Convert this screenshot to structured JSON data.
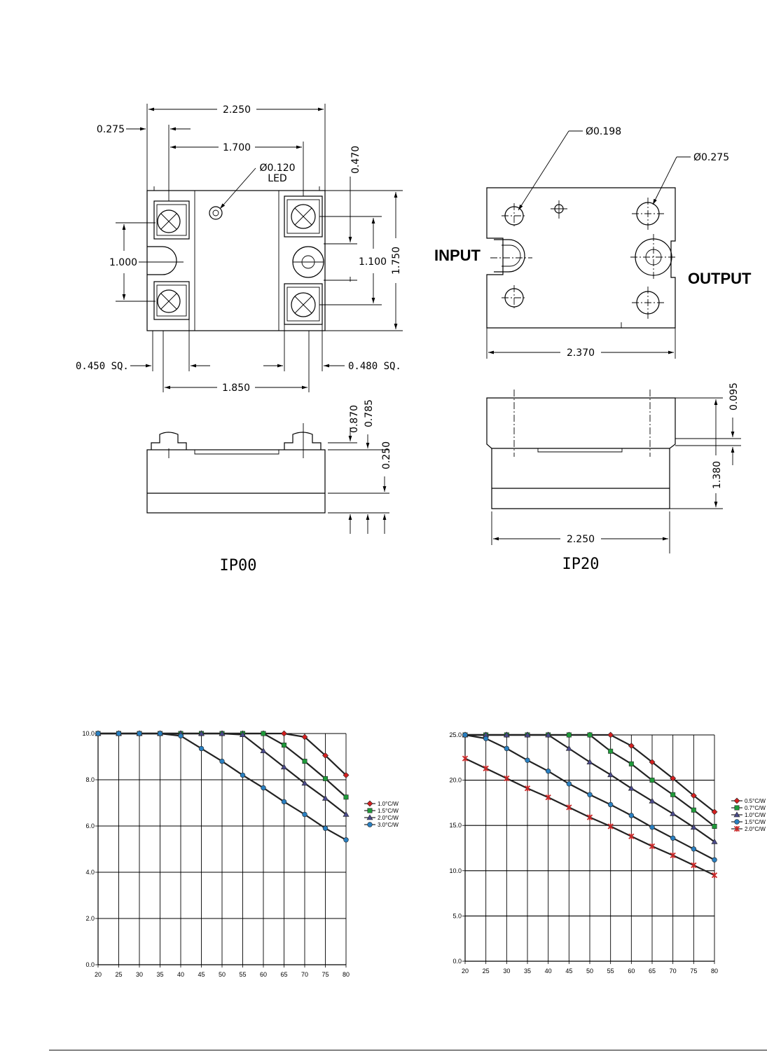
{
  "drawing_ip00": {
    "dims": {
      "overall_width": "2.250",
      "left_offset": "0.275",
      "terminal_spacing": "1.700",
      "led_hole": "Ø0.120",
      "led": "LED",
      "top_offset": "0.470",
      "height": "1.750",
      "inner_spacing": "1.100",
      "left_spacing": "1.000",
      "left_sq": "0.450 SQ.",
      "right_sq": "0.480 SQ.",
      "bottom_spacing": "1.850",
      "h1": "0.870",
      "h2": "0.785",
      "h3": "0.250"
    },
    "caption": "IP00"
  },
  "drawing_ip20": {
    "dims": {
      "hole_small": "Ø0.198",
      "hole_large": "Ø0.275",
      "width_top": "2.370",
      "side_top": "0.095",
      "side_height": "1.380",
      "width_bottom": "2.250"
    },
    "labels": {
      "input": "INPUT",
      "output": "OUTPUT"
    },
    "caption": "IP20"
  },
  "chart_data": [
    {
      "type": "line",
      "x": [
        20,
        25,
        30,
        35,
        40,
        45,
        50,
        55,
        60,
        65,
        70,
        75,
        80
      ],
      "ylim": [
        0,
        10
      ],
      "xlim": [
        20,
        80
      ],
      "yticks": [
        "0.0",
        "2.0",
        "4.0",
        "6.0",
        "8.0",
        "10.0"
      ],
      "xticks": [
        "20",
        "25",
        "30",
        "35",
        "40",
        "45",
        "50",
        "55",
        "60",
        "65",
        "70",
        "75",
        "80"
      ],
      "grid": true,
      "legend_position": "right",
      "series": [
        {
          "name": "1.0°C/W",
          "marker": "diamond",
          "color": "#d42020",
          "values": [
            10,
            10,
            10,
            10,
            10,
            10,
            10,
            10,
            10,
            10,
            9.85,
            9.05,
            8.2
          ]
        },
        {
          "name": "1.5°C/W",
          "marker": "square",
          "color": "#1f9a3a",
          "values": [
            10,
            10,
            10,
            10,
            10,
            10,
            10,
            10,
            10,
            9.5,
            8.8,
            8.05,
            7.25
          ]
        },
        {
          "name": "2.0°C/W",
          "marker": "triangle",
          "color": "#4a4a8a",
          "values": [
            10,
            10,
            10,
            10,
            10,
            10,
            10,
            9.95,
            9.25,
            8.55,
            7.85,
            7.2,
            6.5
          ]
        },
        {
          "name": "3.0°C/W",
          "marker": "circle",
          "color": "#2a7fc0",
          "values": [
            10,
            10,
            10,
            10,
            9.9,
            9.35,
            8.8,
            8.2,
            7.65,
            7.05,
            6.5,
            5.9,
            5.4
          ]
        }
      ]
    },
    {
      "type": "line",
      "x": [
        20,
        25,
        30,
        35,
        40,
        45,
        50,
        55,
        60,
        65,
        70,
        75,
        80
      ],
      "ylim": [
        0,
        25
      ],
      "xlim": [
        20,
        80
      ],
      "yticks": [
        "0.0",
        "5.0",
        "10.0",
        "15.0",
        "20.0",
        "25.0"
      ],
      "xticks": [
        "20",
        "25",
        "30",
        "35",
        "40",
        "45",
        "50",
        "55",
        "60",
        "65",
        "70",
        "75",
        "80"
      ],
      "grid": true,
      "legend_position": "right",
      "series": [
        {
          "name": "0.5°C/W",
          "marker": "diamond",
          "color": "#d42020",
          "values": [
            25,
            25,
            25,
            25,
            25,
            25,
            25,
            25,
            23.8,
            22,
            20.2,
            18.3,
            16.5
          ]
        },
        {
          "name": "0.7°C/W",
          "marker": "square",
          "color": "#1f9a3a",
          "values": [
            25,
            25,
            25,
            25,
            25,
            25,
            25,
            23.2,
            21.8,
            20,
            18.4,
            16.7,
            14.9
          ]
        },
        {
          "name": "1.0°C/W",
          "marker": "triangle",
          "color": "#4a4a8a",
          "values": [
            25,
            25,
            25,
            25,
            25,
            23.5,
            22,
            20.6,
            19.1,
            17.7,
            16.3,
            14.8,
            13.2
          ]
        },
        {
          "name": "1.5°C/W",
          "marker": "circle",
          "color": "#2a7fc0",
          "values": [
            25,
            24.6,
            23.5,
            22.2,
            21,
            19.6,
            18.4,
            17.3,
            16.1,
            14.8,
            13.6,
            12.4,
            11.2
          ]
        },
        {
          "name": "2.0°C/W",
          "marker": "star",
          "color": "#c82828",
          "values": [
            22.4,
            21.3,
            20.2,
            19.1,
            18.1,
            17,
            15.9,
            14.9,
            13.8,
            12.7,
            11.7,
            10.6,
            9.5
          ]
        }
      ]
    }
  ]
}
